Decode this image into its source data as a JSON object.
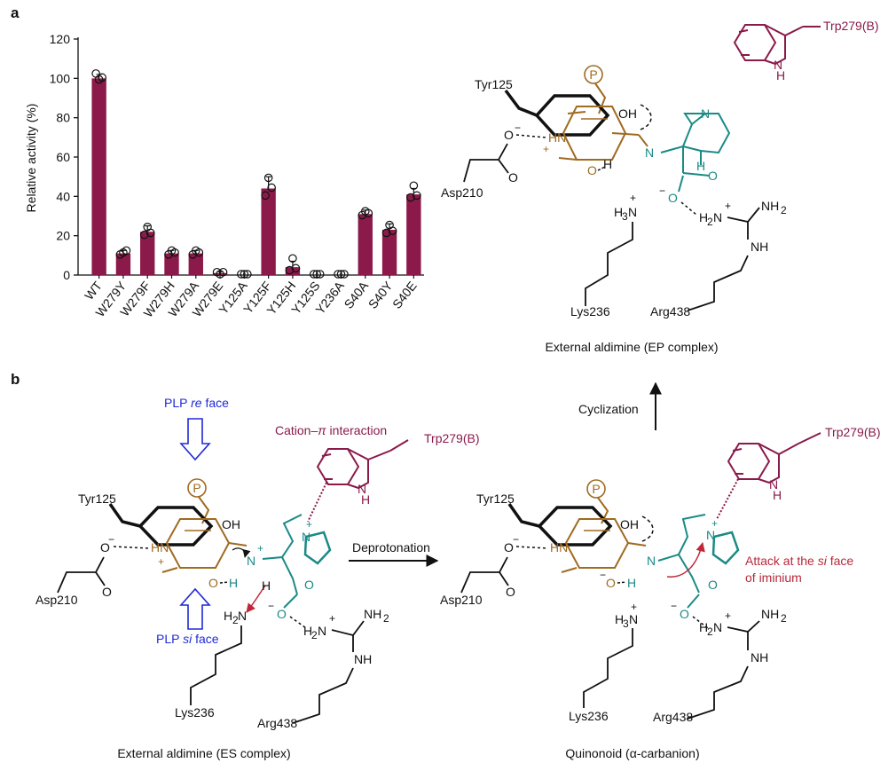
{
  "panel_a": {
    "letter": "a",
    "chart_data": {
      "type": "bar",
      "categories": [
        "WT",
        "W279Y",
        "W279F",
        "W279H",
        "W279A",
        "W279E",
        "Y125A",
        "Y125F",
        "Y125H",
        "Y125S",
        "Y236A",
        "S40A",
        "S40Y",
        "S40E"
      ],
      "values": [
        100,
        11,
        22,
        11,
        11,
        1,
        0,
        44,
        4,
        0,
        0,
        31,
        23,
        41
      ],
      "errors": [
        2,
        1.5,
        3,
        1.5,
        1.5,
        0.8,
        0,
        6,
        3,
        0,
        0,
        2,
        3,
        3
      ],
      "points": [
        [
          102,
          99,
          100
        ],
        [
          10,
          11,
          12
        ],
        [
          20,
          24,
          21
        ],
        [
          10,
          12,
          11
        ],
        [
          10,
          12,
          11
        ],
        [
          1,
          0,
          1
        ],
        [
          0,
          0,
          0
        ],
        [
          40,
          49,
          44
        ],
        [
          2,
          8,
          3
        ],
        [
          0,
          0,
          0
        ],
        [
          0,
          0,
          0
        ],
        [
          30,
          32,
          31
        ],
        [
          21,
          25,
          22
        ],
        [
          39,
          45,
          40
        ]
      ],
      "ylabel": "Relative activity (%)",
      "yticks": [
        0,
        20,
        40,
        60,
        80,
        100,
        120
      ],
      "ylim": [
        0,
        120
      ],
      "bar_color": "#8b1a4a"
    }
  },
  "panel_b": {
    "letter": "b"
  },
  "scheme": {
    "ep": {
      "tyr": "Tyr125",
      "asp": "Asp210",
      "lys": "Lys236",
      "arg": "Arg438",
      "trp": "Trp279(B)",
      "caption": "External aldimine (EP complex)"
    },
    "es": {
      "tyr": "Tyr125",
      "asp": "Asp210",
      "lys": "Lys236",
      "arg": "Arg438",
      "trp": "Trp279(B)",
      "re_face_pre": "PLP ",
      "re_face_it": "re",
      "re_face_post": " face",
      "si_face_pre": "PLP ",
      "si_face_it": "si",
      "si_face_post": " face",
      "cation_pi_pre": "Cation–",
      "cation_pi_it": "π",
      "cation_pi_post": " interaction",
      "caption": "External aldimine (ES complex)"
    },
    "qn": {
      "tyr": "Tyr125",
      "asp": "Asp210",
      "lys": "Lys236",
      "arg": "Arg438",
      "trp": "Trp279(B)",
      "attack_1_pre": "Attack at the ",
      "attack_1_it": "si",
      "attack_1_post": " face",
      "attack_2": "of iminium",
      "caption": "Quinonoid (α-carbanion)"
    },
    "deprotonation": "Deprotonation",
    "cyclization": "Cyclization",
    "atoms": {
      "P": "P",
      "OH": "OH",
      "HN": "HN",
      "O": "O",
      "H": "H",
      "N": "N",
      "NH": "NH",
      "NH2": "NH",
      "H2N": "H",
      "H3N": "H",
      "sub2": "2",
      "sub3": "3",
      "plus": "+",
      "minus": "−"
    }
  }
}
